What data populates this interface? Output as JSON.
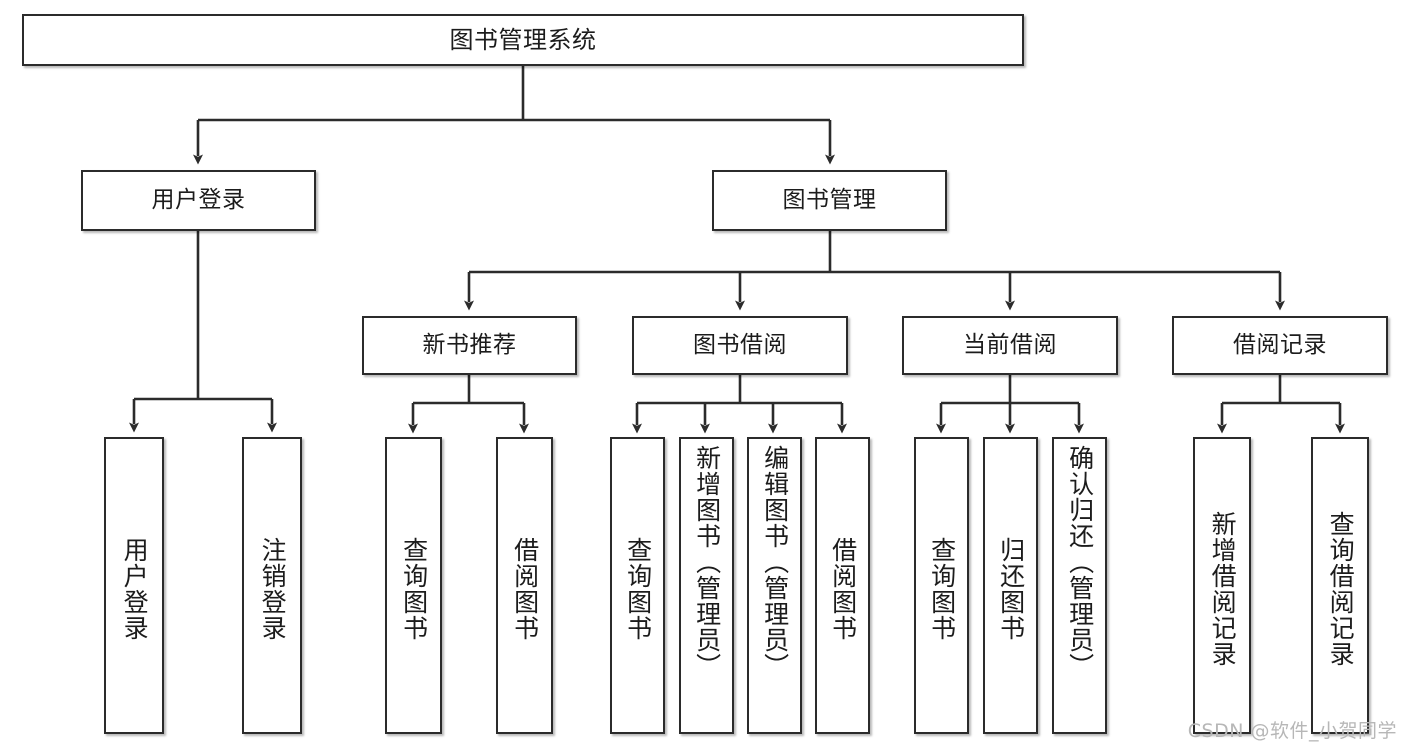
{
  "diagram": {
    "title": "图书管理系统",
    "type": "tree",
    "watermark": "CSDN @软件_小贺同学",
    "colors": {
      "box_border": "#2b2b2b",
      "box_fill": "#ffffff",
      "edge": "#2b2b2b",
      "text": "#1c1c1c",
      "watermark": "#b7b7b7"
    },
    "nodes": {
      "root": "图书管理系统",
      "level1": [
        "用户登录",
        "图书管理"
      ],
      "level2": [
        "新书推荐",
        "图书借阅",
        "当前借阅",
        "借阅记录"
      ],
      "leaves": {
        "user_login": [
          "用户登录",
          "注销登录"
        ],
        "new_book_rec": [
          "查询图书",
          "借阅图书"
        ],
        "book_borrow": [
          "查询图书",
          "新增图书（管理员）",
          "编辑图书（管理员）",
          "借阅图书"
        ],
        "current_borrow": [
          "查询图书",
          "归还图书",
          "确认归还（管理员）"
        ],
        "borrow_record": [
          "新增借阅记录",
          "查询借阅记录"
        ]
      }
    },
    "edges": [
      {
        "from": "图书管理系统",
        "to": "用户登录"
      },
      {
        "from": "图书管理系统",
        "to": "图书管理"
      },
      {
        "from": "用户登录",
        "to": "用户登录"
      },
      {
        "from": "用户登录",
        "to": "注销登录"
      },
      {
        "from": "图书管理",
        "to": "新书推荐"
      },
      {
        "from": "图书管理",
        "to": "图书借阅"
      },
      {
        "from": "图书管理",
        "to": "当前借阅"
      },
      {
        "from": "图书管理",
        "to": "借阅记录"
      },
      {
        "from": "新书推荐",
        "to": "查询图书"
      },
      {
        "from": "新书推荐",
        "to": "借阅图书"
      },
      {
        "from": "图书借阅",
        "to": "查询图书"
      },
      {
        "from": "图书借阅",
        "to": "新增图书（管理员）"
      },
      {
        "from": "图书借阅",
        "to": "编辑图书（管理员）"
      },
      {
        "from": "图书借阅",
        "to": "借阅图书"
      },
      {
        "from": "当前借阅",
        "to": "查询图书"
      },
      {
        "from": "当前借阅",
        "to": "归还图书"
      },
      {
        "from": "当前借阅",
        "to": "确认归还（管理员）"
      },
      {
        "from": "借阅记录",
        "to": "新增借阅记录"
      },
      {
        "from": "借阅记录",
        "to": "查询借阅记录"
      }
    ]
  }
}
